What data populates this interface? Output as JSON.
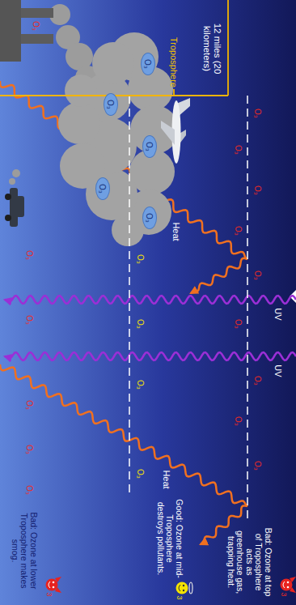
{
  "diagram": {
    "nodes": [
      {
        "text": [
          "O₃"
        ]
      },
      {
        "text": [
          "O₃"
        ]
      },
      {
        "text": [
          "O₃"
        ]
      },
      {
        "text": [
          "O₃"
        ]
      },
      {
        "text": [
          "O₃"
        ]
      }
    ],
    "labels": [
      "12 miles (20 kilometers)",
      "Troposphere",
      "Heat",
      "Heat",
      "UV",
      "UV",
      "Bad: Ozone at top of Troposphere acts as greenhouse gas, trapping heat.",
      "3",
      "Good: Ozone at mid-Troposphere destroys pollutants.",
      "3",
      "Bad: Ozone at lower Troposphere makes smog.",
      "3",
      "O₃",
      "O₃",
      "O₃",
      "O₃",
      "O₃",
      "O₃",
      "O₃",
      "O₃",
      "O₃",
      "O₃",
      "O₃",
      "O₃",
      "O₃",
      "O₃",
      "O₃",
      "O₃",
      "O₃",
      "O₃",
      "O₃"
    ]
  }
}
